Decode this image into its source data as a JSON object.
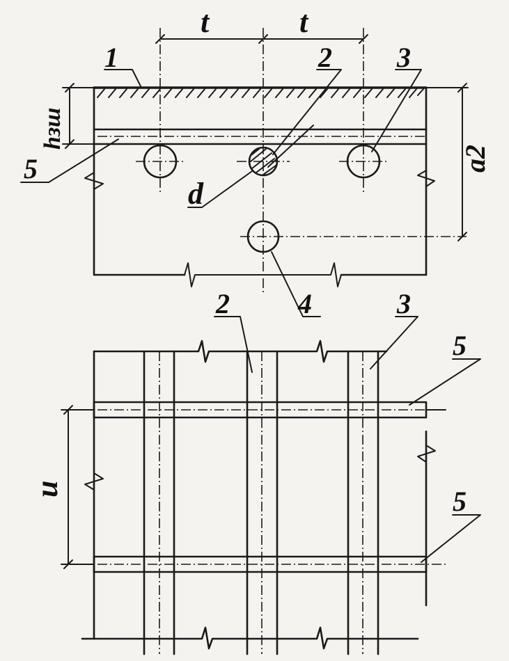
{
  "labels": {
    "pitch_left": "t",
    "pitch_right": "t",
    "callout_1": "1",
    "callout_2_top": "2",
    "callout_3_top": "3",
    "callout_4": "4",
    "callout_5_top": "5",
    "dim_h": "hзш",
    "dim_a2": "a2",
    "dim_d": "d",
    "callout_2_bottom": "2",
    "callout_3_bottom": "3",
    "callout_5_upper": "5",
    "callout_5_lower": "5",
    "dim_u": "u"
  },
  "colors": {
    "ink": "#1a1a1a",
    "paper": "#f4f3ef"
  }
}
